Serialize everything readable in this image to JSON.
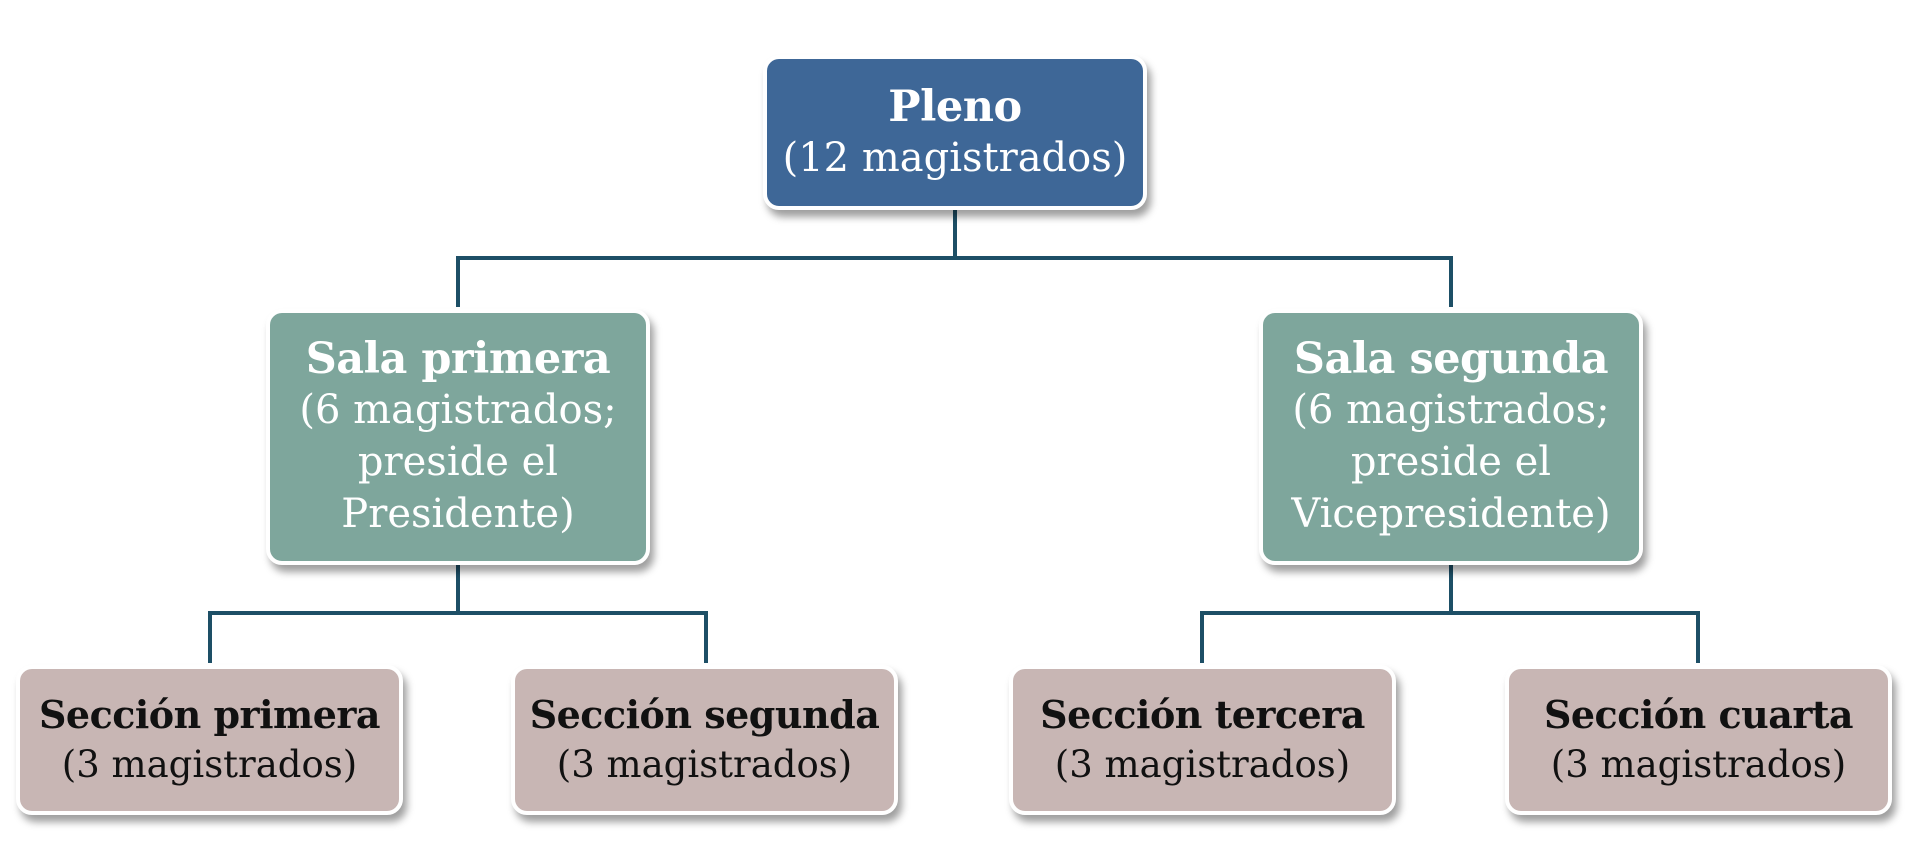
{
  "diagram": {
    "root": {
      "title": "Pleno",
      "subtitle": "(12 magistrados)"
    },
    "salas": [
      {
        "title": "Sala primera",
        "lines": [
          "(6 magistrados;",
          "preside el",
          "Presidente)"
        ]
      },
      {
        "title": "Sala segunda",
        "lines": [
          "(6 magistrados;",
          "preside el",
          "Vicepresidente)"
        ]
      }
    ],
    "secciones": [
      {
        "title": "Sección primera",
        "subtitle": "(3 magistrados)"
      },
      {
        "title": "Sección segunda",
        "subtitle": "(3 magistrados)"
      },
      {
        "title": "Sección tercera",
        "subtitle": "(3 magistrados)"
      },
      {
        "title": "Sección cuarta",
        "subtitle": "(3 magistrados)"
      }
    ]
  },
  "colors": {
    "root": "#3e6797",
    "sala": "#7ea69c",
    "seccion": "#c8b6b4",
    "connector": "#1d4f66"
  }
}
